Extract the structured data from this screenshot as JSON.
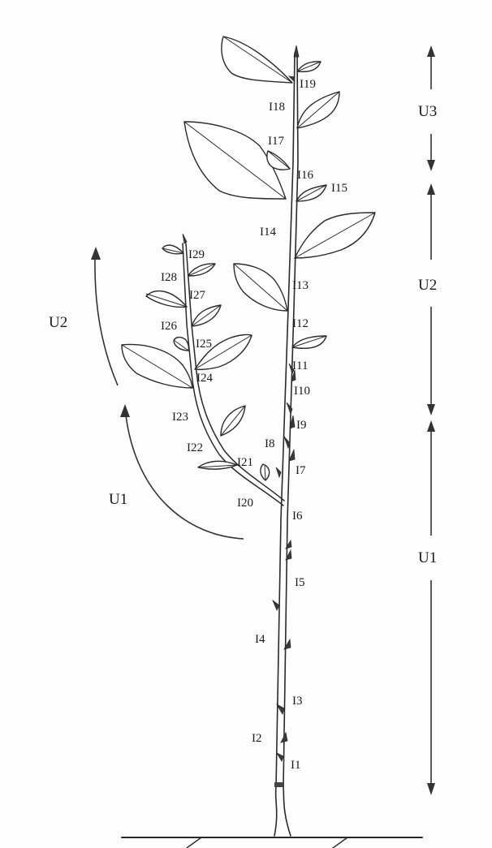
{
  "node_labels": [
    "I1",
    "I2",
    "I3",
    "I4",
    "I5",
    "I6",
    "I7",
    "I8",
    "I9",
    "I10",
    "I11",
    "I12",
    "I13",
    "I14",
    "I15",
    "I16",
    "I17",
    "I18",
    "I19",
    "I20",
    "I21",
    "I22",
    "I23",
    "I24",
    "I25",
    "I26",
    "I27",
    "I28",
    "I29"
  ],
  "unit_labels": {
    "main_upper": "U3",
    "main_middle": "U2",
    "main_lower": "U1",
    "branch_upper": "U2",
    "branch_lower": "U1"
  }
}
